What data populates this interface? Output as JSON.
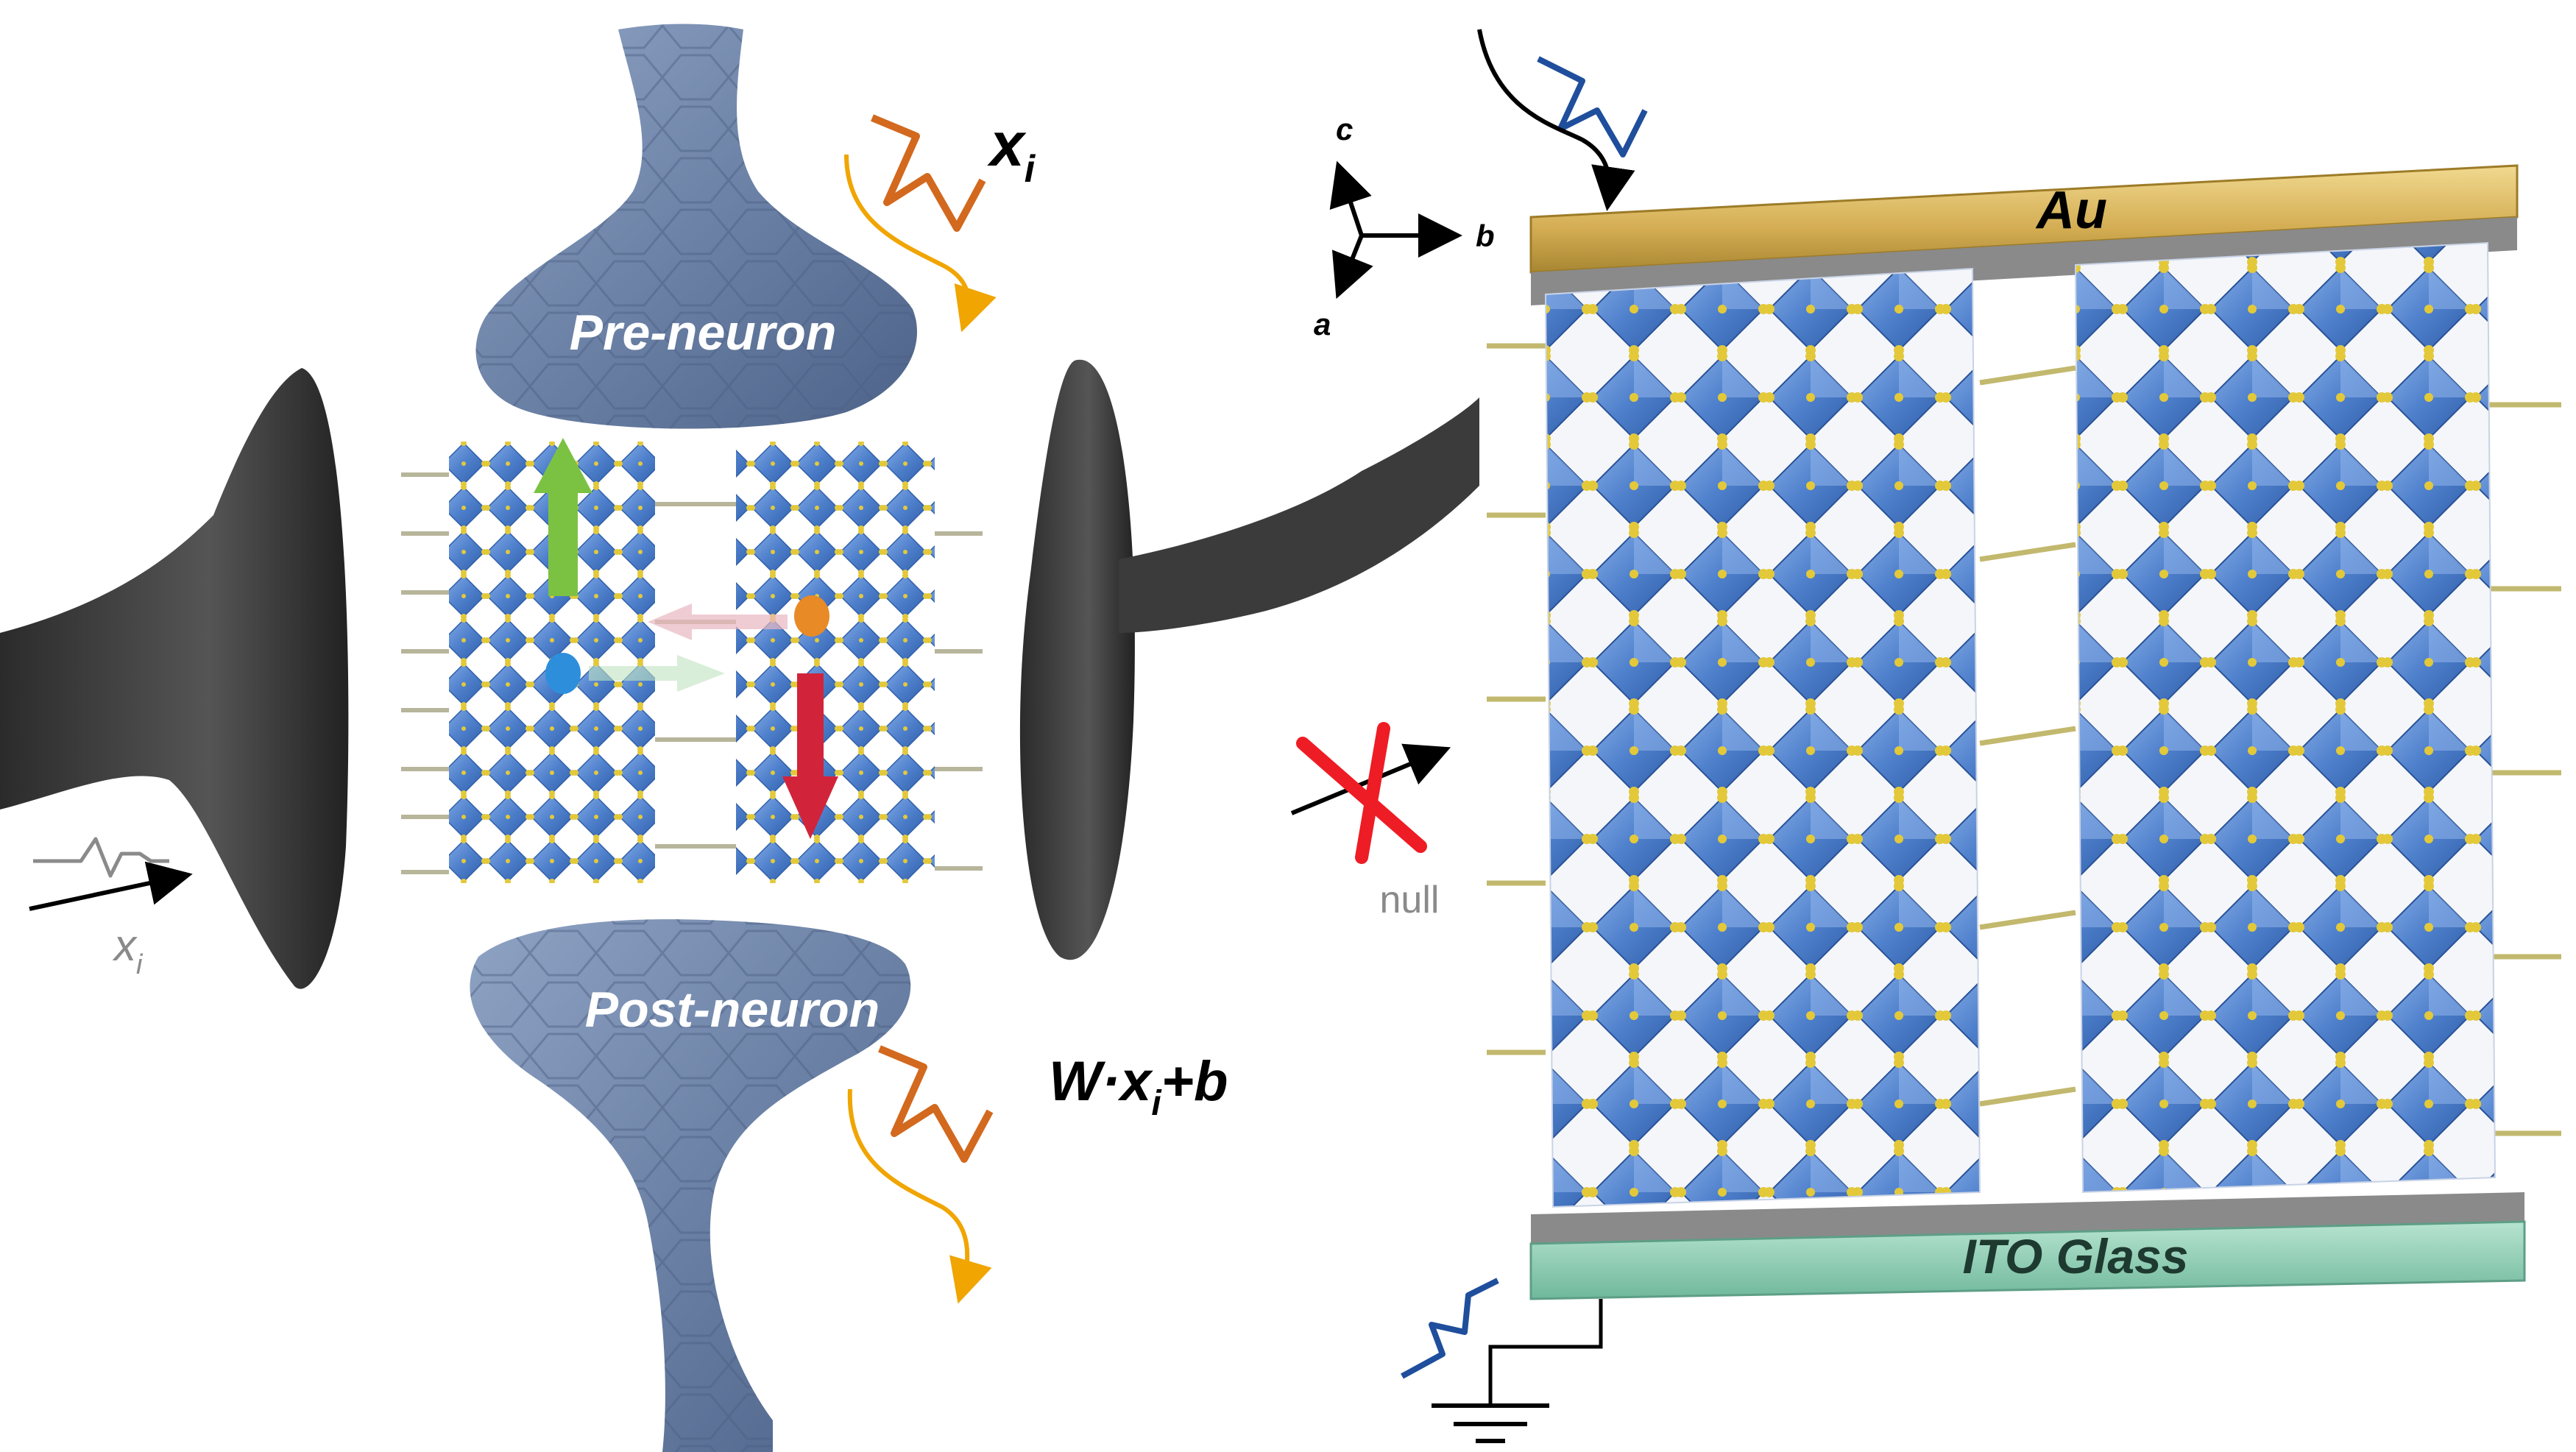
{
  "synapse": {
    "pre_label": "Pre-neuron",
    "post_label": "Post-neuron",
    "input_symbol": "x",
    "input_subscript": "i",
    "input_label_small": "x",
    "input_label_small_sub": "i",
    "output_W": "W·x",
    "output_sub": "i",
    "output_tail": "+b"
  },
  "device": {
    "top_electrode": "Au",
    "bottom_electrode": "ITO Glass",
    "axis_c": "c",
    "axis_b": "b",
    "axis_a": "a",
    "blocked_label": "null"
  },
  "colors": {
    "neuron_blue": "#6f84a8",
    "dendrite_dark": "#3a3a3a",
    "octahedron": "#4f80cc",
    "atom_yellow": "#e3c93a",
    "gold": "#d8b55a",
    "ito": "#8fcfb8",
    "spike_orange": "#d2691e",
    "spike_blue": "#1f4e9c",
    "arrow_green": "#7cc242",
    "arrow_red": "#d1243a",
    "cross_red": "#ee1c24"
  }
}
